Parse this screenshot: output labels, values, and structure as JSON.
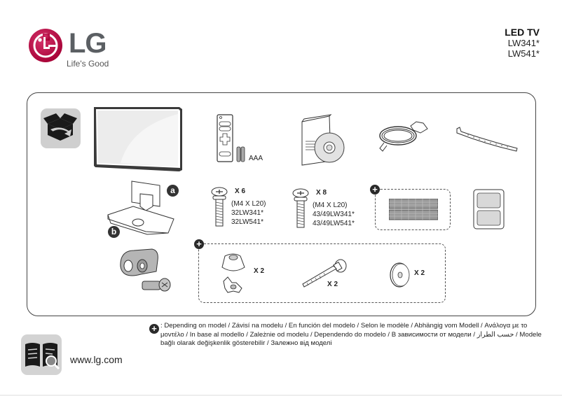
{
  "header": {
    "brand": "LG",
    "tagline": "Life's Good",
    "product_title": "LED TV",
    "models": [
      "LW341*",
      "LW541*"
    ]
  },
  "items": {
    "remote": {
      "battery_label": "AAA"
    },
    "screws_32": {
      "quantity": "X 6",
      "size": "(M4 X L20)",
      "models": [
        "32LW341*",
        "32LW541*"
      ]
    },
    "screws_43_49": {
      "quantity": "X 8",
      "size": "(M4 X L20)",
      "models": [
        "43/49LW341*",
        "43/49LW541*"
      ]
    },
    "stand": {
      "label_a": "a",
      "label_b": "b"
    },
    "optional_nuts": {
      "quantity": "X 2"
    },
    "optional_bolts": {
      "quantity": "X 2"
    },
    "optional_washers": {
      "quantity": "X 2"
    },
    "optional_marker": "+"
  },
  "footer": {
    "note_marker": "+",
    "note": ": Depending on model / Závisí na modelu / En función del modelo / Selon le modèle / Abhängig vom Modell / Ανάλογα με το μοντέλο / In base al modello / Zależnie od modelu / Dependendo do modelo / В зависимости от модели / حسب الطراز / Modele bağlı olarak değişkenlik gösterebilir / Залежно від моделі",
    "url": "www.lg.com"
  },
  "colors": {
    "brand_red": "#a50034",
    "logo_gray": "#5b5f63",
    "icon_bg": "#cfcfcf"
  }
}
